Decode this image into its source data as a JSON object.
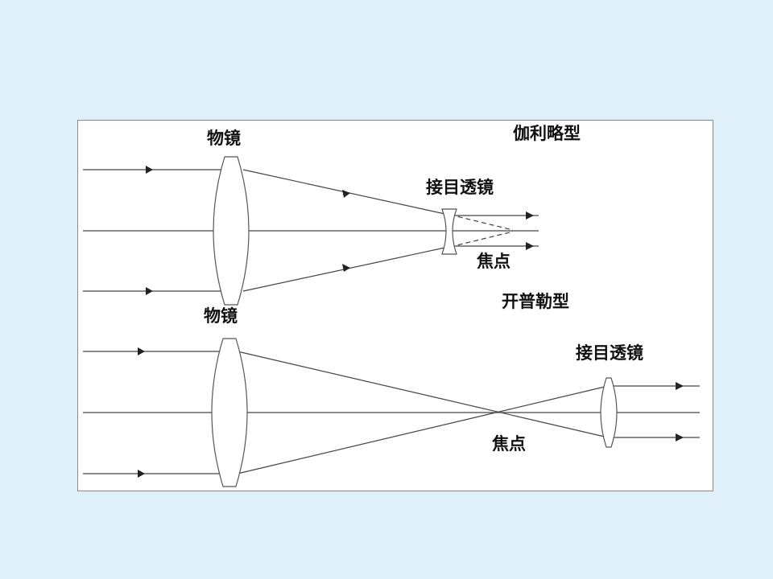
{
  "galilean": {
    "title": "伽利略型",
    "objective_label": "物镜",
    "eyepiece_label": "接目透镜",
    "focus_label": "焦点"
  },
  "keplerian": {
    "title": "开普勒型",
    "objective_label": "物镜",
    "eyepiece_label": "接目透镜",
    "focus_label": "焦点"
  },
  "colors": {
    "background": "#dff0fb",
    "panel": "#ffffff",
    "line": "#444444"
  }
}
